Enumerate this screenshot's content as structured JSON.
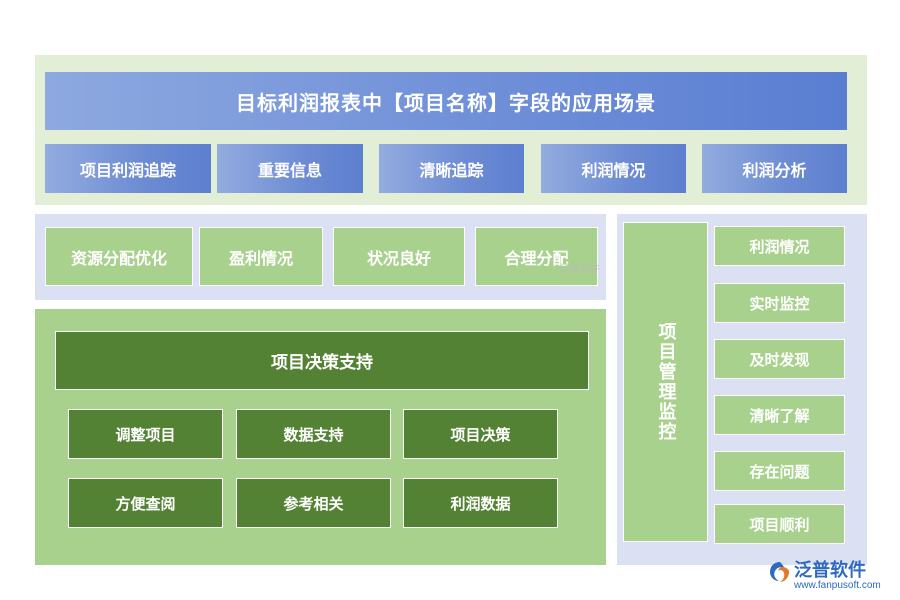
{
  "title": "目标利润报表中【项目名称】字段的应用场景",
  "section1": {
    "items": [
      "项目利润追踪",
      "重要信息",
      "清晰追踪",
      "利润情况",
      "利润分析"
    ]
  },
  "section2": {
    "items": [
      "资源分配优化",
      "盈利情况",
      "状况良好",
      "合理分配"
    ]
  },
  "section3": {
    "header": "项目决策支持",
    "row1": [
      "调整项目",
      "数据支持",
      "项目决策"
    ],
    "row2": [
      "方便查阅",
      "参考相关",
      "利润数据"
    ]
  },
  "section4": {
    "header": "项目管理监控",
    "items": [
      "利润情况",
      "实时监控",
      "及时发现",
      "清晰了解",
      "存在问题",
      "项目顺利"
    ]
  },
  "watermark": "泛普软件",
  "logo": {
    "name": "泛普软件",
    "url": "www.fanpusoft.com",
    "brand_color": "#2f69c0"
  },
  "colors": {
    "blue_start": "#8ea9e0",
    "blue_end": "#5a7ed2",
    "light_green": "#a9d18e",
    "dark_green": "#548235",
    "pale_green_bg": "#e3eed7",
    "pale_blue_bg": "#dbe0f3"
  }
}
